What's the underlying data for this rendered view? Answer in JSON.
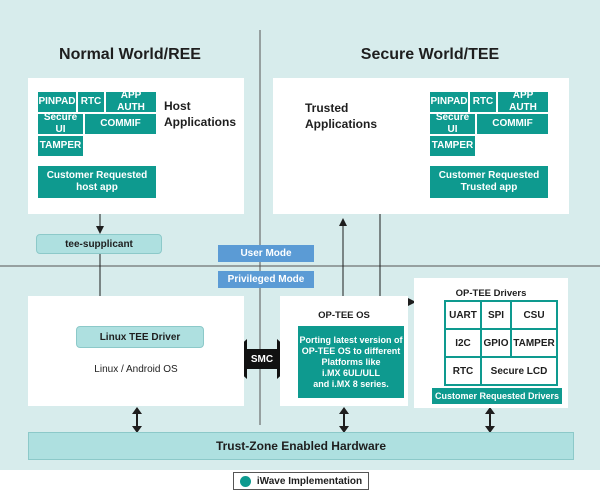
{
  "worlds": {
    "normal_title": "Normal World/REE",
    "secure_title": "Secure World/TEE"
  },
  "host": {
    "label_line1": "Host",
    "label_line2": "Applications",
    "blocks": [
      "PINPAD",
      "RTC",
      "APP AUTH",
      "Secure UI",
      "COMMIF",
      "TAMPER"
    ],
    "custom_line1": "Customer Requested",
    "custom_line2": "host app"
  },
  "trusted": {
    "label_line1": "Trusted",
    "label_line2": "Applications",
    "blocks": [
      "PINPAD",
      "RTC",
      "APP AUTH",
      "Secure UI",
      "COMMIF",
      "TAMPER"
    ],
    "custom_line1": "Customer Requested",
    "custom_line2": "Trusted app"
  },
  "tee_supplicant": "tee-supplicant",
  "modes": {
    "user": "User Mode",
    "privileged": "Privileged Mode"
  },
  "linux": {
    "driver": "Linux TEE Driver",
    "os": "Linux / Android OS"
  },
  "smc": "SMC",
  "optee_os": {
    "title": "OP-TEE OS",
    "porting_line1": "Porting latest version of",
    "porting_line2": "OP-TEE OS to different",
    "porting_line3": "Platforms like",
    "porting_line4": "i.MX 6UL/ULL",
    "porting_line5": "and i.MX 8 series."
  },
  "optee_drivers": {
    "title": "OP-TEE Drivers",
    "cells": [
      "UART",
      "SPI",
      "CSU",
      "I2C",
      "GPIO",
      "TAMPER",
      "RTC",
      "Secure LCD"
    ],
    "custom": "Customer Requested Drivers"
  },
  "hardware": "Trust-Zone Enabled Hardware",
  "legend": "iWave Implementation",
  "colors": {
    "teal": "#0e9a8f",
    "background": "#d7ecec",
    "pill": "#aee0e0",
    "mode_blue": "#5b9bd5"
  }
}
